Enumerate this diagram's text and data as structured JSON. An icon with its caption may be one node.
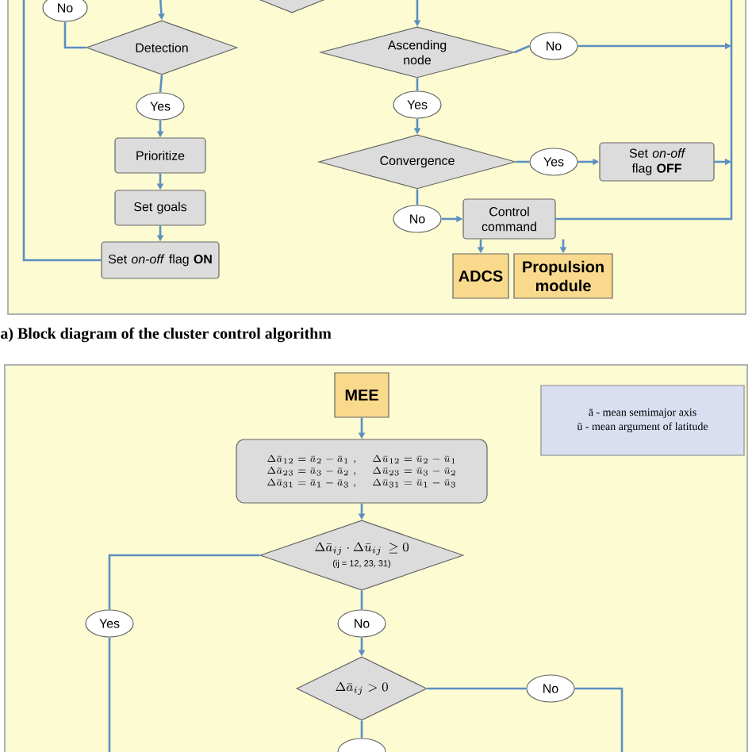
{
  "diagram": {
    "caption": "a) Block diagram of the cluster control algorithm",
    "nodes": [
      {
        "text": [
          "No"
        ]
      },
      {
        "text": [
          "Detection"
        ]
      },
      {
        "text": [],
        "shape": "diamond"
      },
      {
        "text": [
          "Ascending node"
        ]
      },
      {
        "text": [
          "No"
        ]
      },
      {
        "text": [
          "Yes"
        ]
      },
      {
        "text": [
          "Prioritize"
        ]
      },
      {
        "text": [
          "Set goals"
        ]
      },
      {
        "text": [
          "Set *on-off* flag **ON**"
        ]
      },
      {
        "text": [
          "Yes"
        ]
      },
      {
        "text": [
          "Convergence"
        ]
      },
      {
        "text": [
          "Yes"
        ]
      },
      {
        "text": [
          "Set *on-off* flag **OFF**"
        ]
      },
      {
        "text": [
          "No"
        ]
      },
      {
        "text": [
          "Control command"
        ]
      },
      {
        "text": [
          "ADCS"
        ]
      },
      {
        "text": [
          "Propulsion module"
        ]
      },
      {
        "text": [
          "MEE"
        ]
      },
      {
        "text": [
          "\\begin{array}{ll}\\Delta\\bar{a}_{12}=\\bar{a}_2-\\bar{a}_1\\;, & \\Delta\\bar{u}_{12}=\\bar{u}_2-\\bar{u}_1\\\\ \\Delta\\bar{a}_{23}=\\bar{a}_3-\\bar{a}_2\\;, & \\Delta\\bar{u}_{23}=\\bar{u}_3-\\bar{u}_2\\\\ \\Delta\\bar{a}_{31}=\\bar{a}_1-\\bar{a}_3\\;, & \\Delta\\bar{u}_{31}=\\bar{u}_1-\\bar{u}_3\\end{array}"
        ]
      },
      {
        "text": [
          "\\Delta\\bar{a}_{ij}\\cdot\\Delta\\bar{u}_{ij}\\,\\geq 0",
          "(ij = 12, 23, 31)"
        ]
      },
      {
        "text": [
          "Yes"
        ]
      },
      {
        "text": [
          "No"
        ]
      },
      {
        "text": [
          "\\Delta\\bar{a}_{ij} > 0"
        ]
      },
      {
        "text": [
          "No"
        ]
      },
      {
        "text": [],
        "shape": "circle"
      },
      {
        "text": [
          "ā - mean semimajor axis",
          "ū - mean argument of latitude"
        ]
      }
    ],
    "edges": [
      {
        "from": null,
        "to": 1,
        "arrow": "to"
      },
      {
        "from": 1,
        "to": 0,
        "arrow": "none"
      },
      {
        "from": 1,
        "to": 5,
        "arrow": "none"
      },
      {
        "from": 5,
        "to": 6,
        "arrow": "to"
      },
      {
        "from": 6,
        "to": 7,
        "arrow": "to"
      },
      {
        "from": 7,
        "to": 8,
        "arrow": "to"
      },
      {
        "from": 8,
        "to": null,
        "arrow": "none"
      },
      {
        "from": null,
        "to": 3,
        "arrow": "to"
      },
      {
        "from": 3,
        "to": 4,
        "arrow": "none"
      },
      {
        "from": 4,
        "to": null,
        "arrow": "to"
      },
      {
        "from": 3,
        "to": 9,
        "arrow": "none"
      },
      {
        "from": 9,
        "to": 10,
        "arrow": "to"
      },
      {
        "from": 10,
        "to": 11,
        "arrow": "none"
      },
      {
        "from": 11,
        "to": 12,
        "arrow": "to"
      },
      {
        "from": 12,
        "to": null,
        "arrow": "to"
      },
      {
        "from": 10,
        "to": 13,
        "arrow": "none"
      },
      {
        "from": 13,
        "to": 14,
        "arrow": "to"
      },
      {
        "from": 14,
        "to": null,
        "arrow": "none"
      },
      {
        "from": 14,
        "to": 15,
        "arrow": "to"
      },
      {
        "from": 14,
        "to": 16,
        "arrow": "to"
      },
      {
        "from": 17,
        "to": 18,
        "arrow": "to"
      },
      {
        "from": 18,
        "to": 19,
        "arrow": "to"
      },
      {
        "from": 19,
        "to": 20,
        "arrow": "none"
      },
      {
        "from": 20,
        "to": null,
        "arrow": "none"
      },
      {
        "from": 19,
        "to": 21,
        "arrow": "none"
      },
      {
        "from": 21,
        "to": 22,
        "arrow": "to"
      },
      {
        "from": 22,
        "to": 23,
        "arrow": "none"
      },
      {
        "from": 23,
        "to": null,
        "arrow": "none"
      },
      {
        "from": 22,
        "to": 24,
        "arrow": "none"
      }
    ]
  }
}
